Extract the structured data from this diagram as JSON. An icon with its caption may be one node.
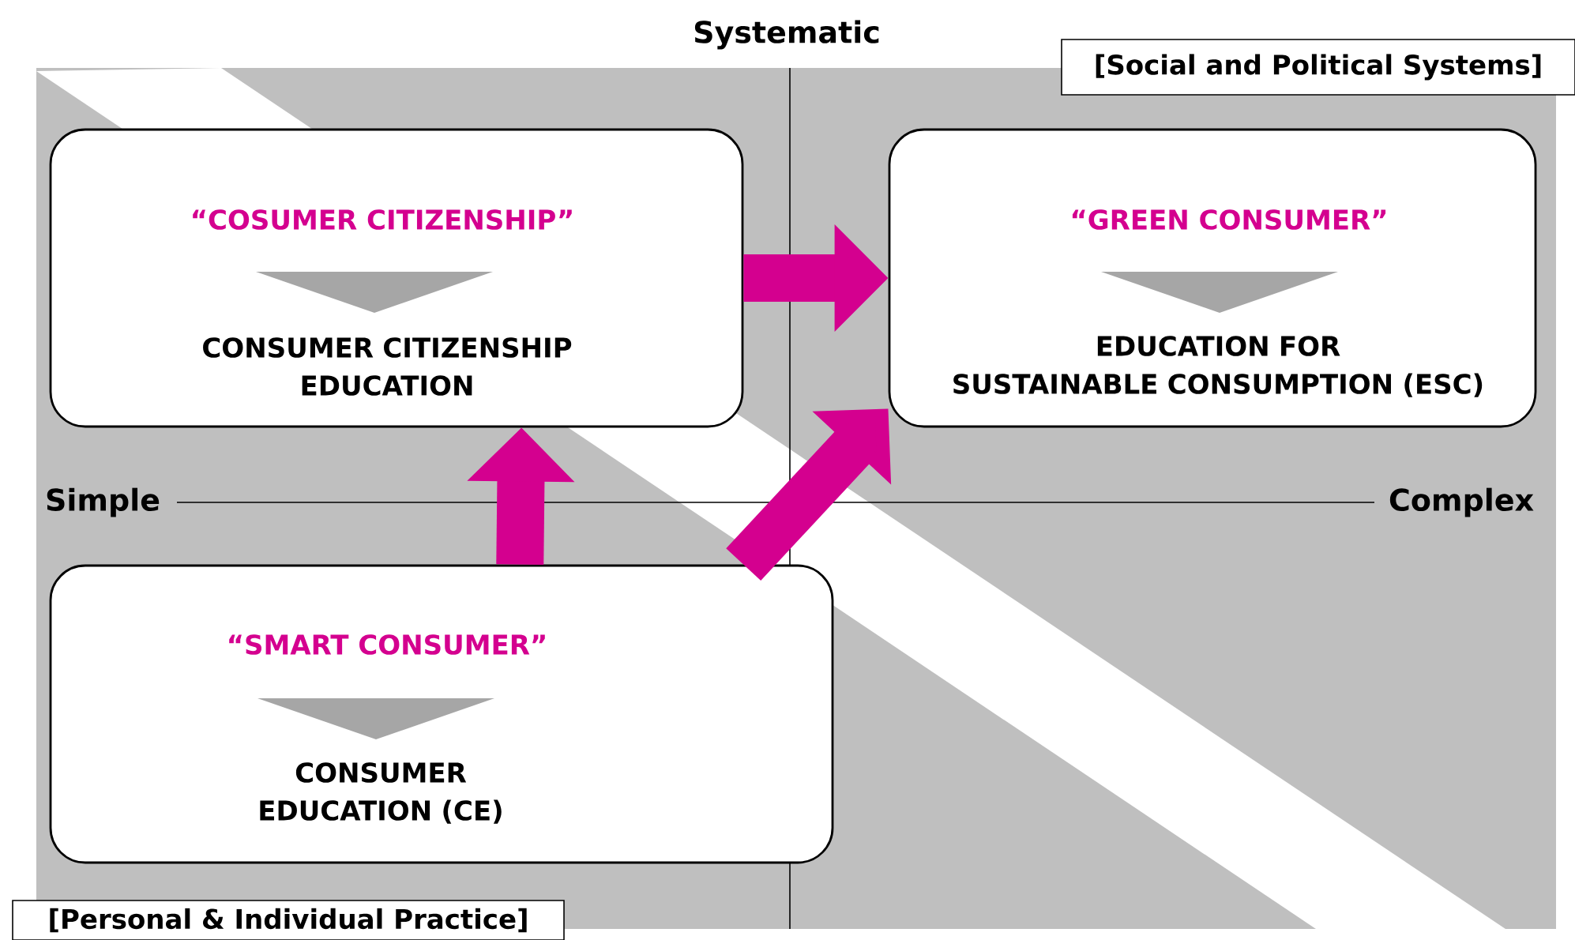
{
  "diagram": {
    "nodes": [
      {
        "text": [
          "“COSUMER CITIZENSHIP”",
          "CONSUMER CITIZENSHIP EDUCATION"
        ]
      },
      {
        "text": [
          "“GREEN CONSUMER”",
          "EDUCATION FOR SUSTAINABLE CONSUMPTION (ESC)"
        ]
      },
      {
        "text": [
          "“SMART CONSUMER”",
          "CONSUMER EDUCATION (CE)"
        ]
      },
      {
        "text": [
          "[Social and Political Systems]"
        ]
      },
      {
        "text": [
          "[Personal & Individual Practice]"
        ]
      }
    ],
    "edges": [
      {
        "from": 0,
        "to": 1,
        "arrow": "to"
      },
      {
        "from": 2,
        "to": 0,
        "arrow": "to"
      },
      {
        "from": 2,
        "to": 1,
        "arrow": "to"
      }
    ],
    "labels": [
      "Systematic",
      "Simple",
      "Complex"
    ]
  }
}
